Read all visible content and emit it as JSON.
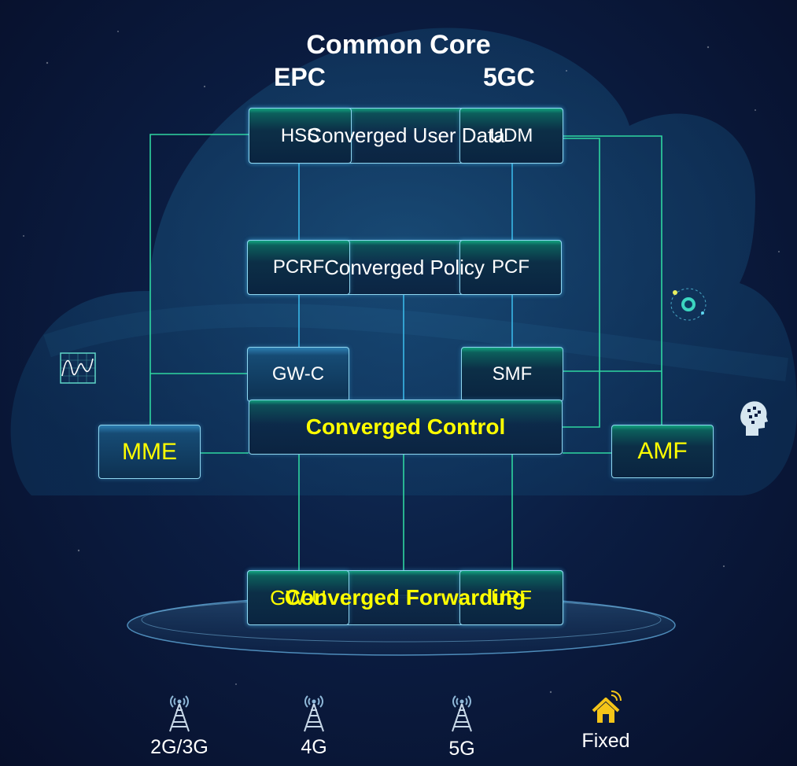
{
  "title": "Common Core",
  "columns": {
    "left": "EPC",
    "right": "5GC"
  },
  "rows": {
    "user_data": {
      "label": "Converged User Data",
      "left": "HSS",
      "right": "UDM"
    },
    "policy": {
      "label": "Converged Policy",
      "left": "PCRF",
      "right": "PCF"
    },
    "control": {
      "label": "Converged Control",
      "left": "GW-C",
      "right": "SMF"
    },
    "forwarding": {
      "label": "Converged Forwarding",
      "left": "GW-U",
      "right": "UPF"
    }
  },
  "side_nodes": {
    "left": "MME",
    "right": "AMF"
  },
  "access": [
    {
      "label": "2G/3G",
      "icon": "antenna-tower-icon"
    },
    {
      "label": "4G",
      "icon": "antenna-tower-icon"
    },
    {
      "label": "5G",
      "icon": "antenna-tower-icon"
    },
    {
      "label": "Fixed",
      "icon": "home-wifi-icon"
    }
  ],
  "colors": {
    "connector": "#2fd6a0",
    "highlight_text": "#ffff00",
    "box_border": "#8fd6f0"
  }
}
